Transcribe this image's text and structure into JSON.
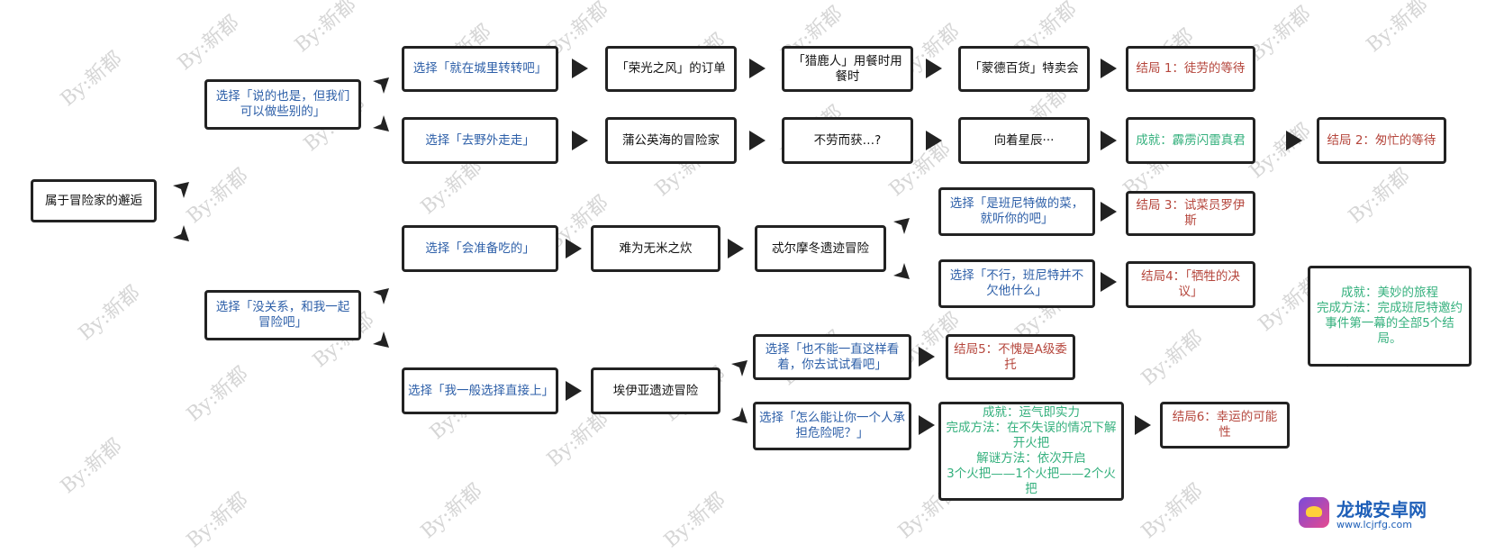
{
  "watermark": "By:新都",
  "nodes": {
    "start": "属于冒险家的邂逅",
    "choice_a": "选择「说的也是，但我们可以做些别的」",
    "choice_b": "选择「没关系，和我一起冒险吧」",
    "choice_city": "选择「就在城里转转吧」",
    "choice_wild": "选择「去野外走走」",
    "choice_food": "选择「会准备吃的」",
    "choice_direct": "选择「我一般选择直接上」",
    "glory_wind": "「荣光之风」的订单",
    "hunter": "「猎鹿人」用餐时用餐时",
    "mondstadt": "「蒙德百货」特卖会",
    "ending1": "结局 1：徒劳的等待",
    "dandelion": "蒲公英海的冒险家",
    "no_pain": "不劳而获…?",
    "stars": "向着星辰···",
    "ach_thunder": "成就：霹雳闪雷真君",
    "ending2": "结局 2：匆忙的等待",
    "no_rice": "难为无米之炊",
    "dadaupa": "忒尔摩冬遗迹冒险",
    "choice_bennett_yes": "选择「是班尼特做的菜，就听你的吧」",
    "choice_bennett_no": "选择「不行，班尼特并不欠他什么」",
    "ending3": "结局 3：试菜员罗伊斯",
    "ending4": "结局4：「牺牲的决议」",
    "ach_journey_title": "成就：美妙的旅程",
    "ach_journey_method": "完成方法：完成班尼特邀约事件第一幕的全部5个结局。",
    "ruins": "埃伊亚遗迹冒险",
    "choice_try": "选择「也不能一直这样看着，你去试试看吧」",
    "choice_risk": "选择「怎么能让你一个人承担危险呢？」",
    "ending5": "结局5：不愧是A级委托",
    "ach_luck_title": "成就：运气即实力",
    "ach_luck_method": "完成方法：在不失误的情况下解开火把",
    "ach_luck_puzzle": "解谜方法：依次开启",
    "ach_luck_order": "3个火把——1个火把——2个火把",
    "ending6": "结局6：幸运的可能性"
  },
  "colors": {
    "choice": "#2d5fa8",
    "ending": "#b5463c",
    "achievement": "#34b07d",
    "border": "#222222"
  },
  "logo": {
    "name": "龙城安卓网",
    "url": "www.lcjrfg.com"
  }
}
